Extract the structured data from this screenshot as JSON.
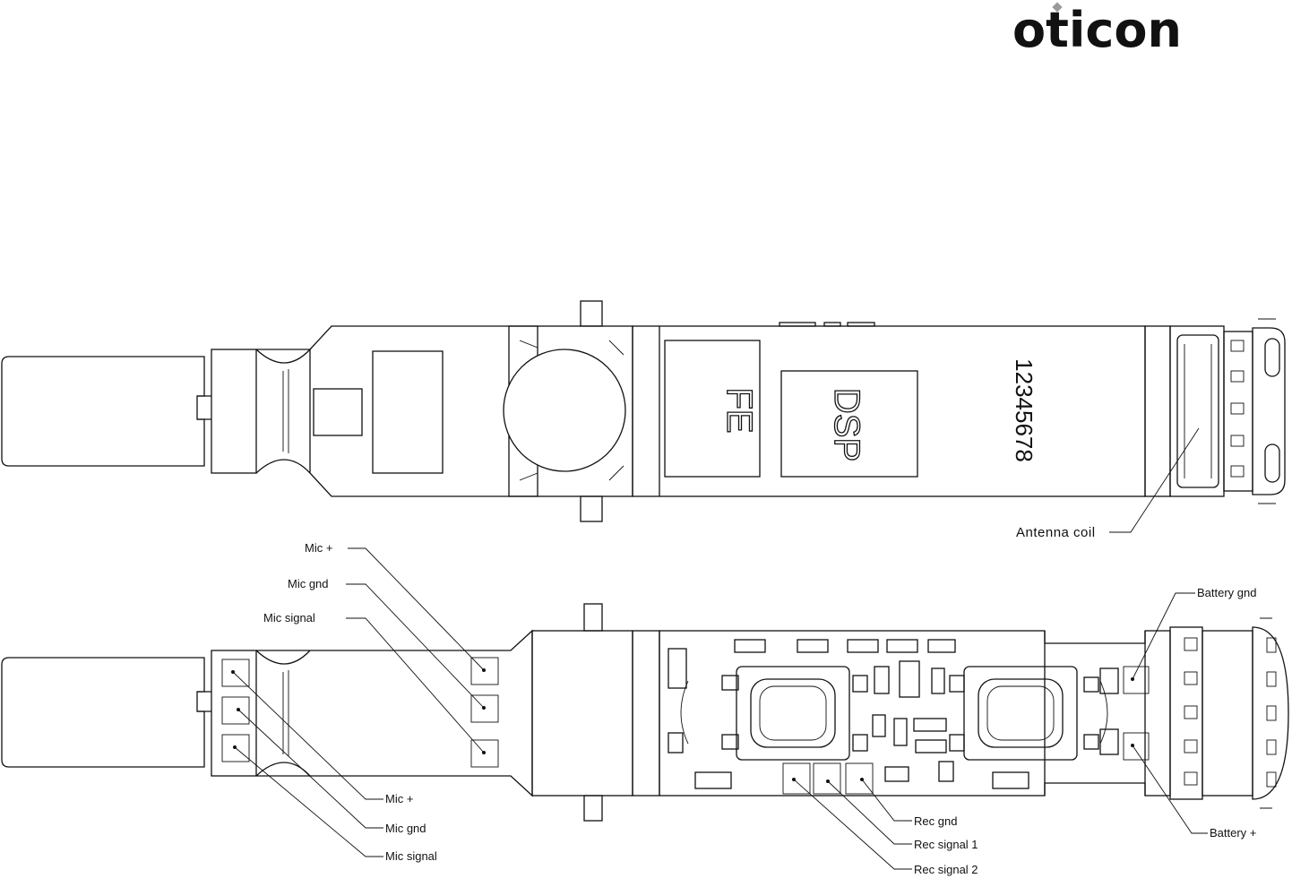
{
  "brand": {
    "logo_text": "oticon"
  },
  "top_view": {
    "chip_fe": "FE",
    "chip_dsp": "DSP",
    "serial_number": "12345678",
    "antenna_label": "Antenna coil"
  },
  "bottom_view": {
    "labels": {
      "mic_plus_top": "Mic +",
      "mic_gnd_top": "Mic gnd",
      "mic_signal_top": "Mic signal",
      "mic_plus_bottom": "Mic +",
      "mic_gnd_bottom": "Mic gnd",
      "mic_signal_bottom": "Mic signal",
      "rec_gnd": "Rec gnd",
      "rec_signal_1": "Rec signal 1",
      "rec_signal_2": "Rec signal 2",
      "battery_gnd": "Battery gnd",
      "battery_plus": "Battery +"
    }
  }
}
